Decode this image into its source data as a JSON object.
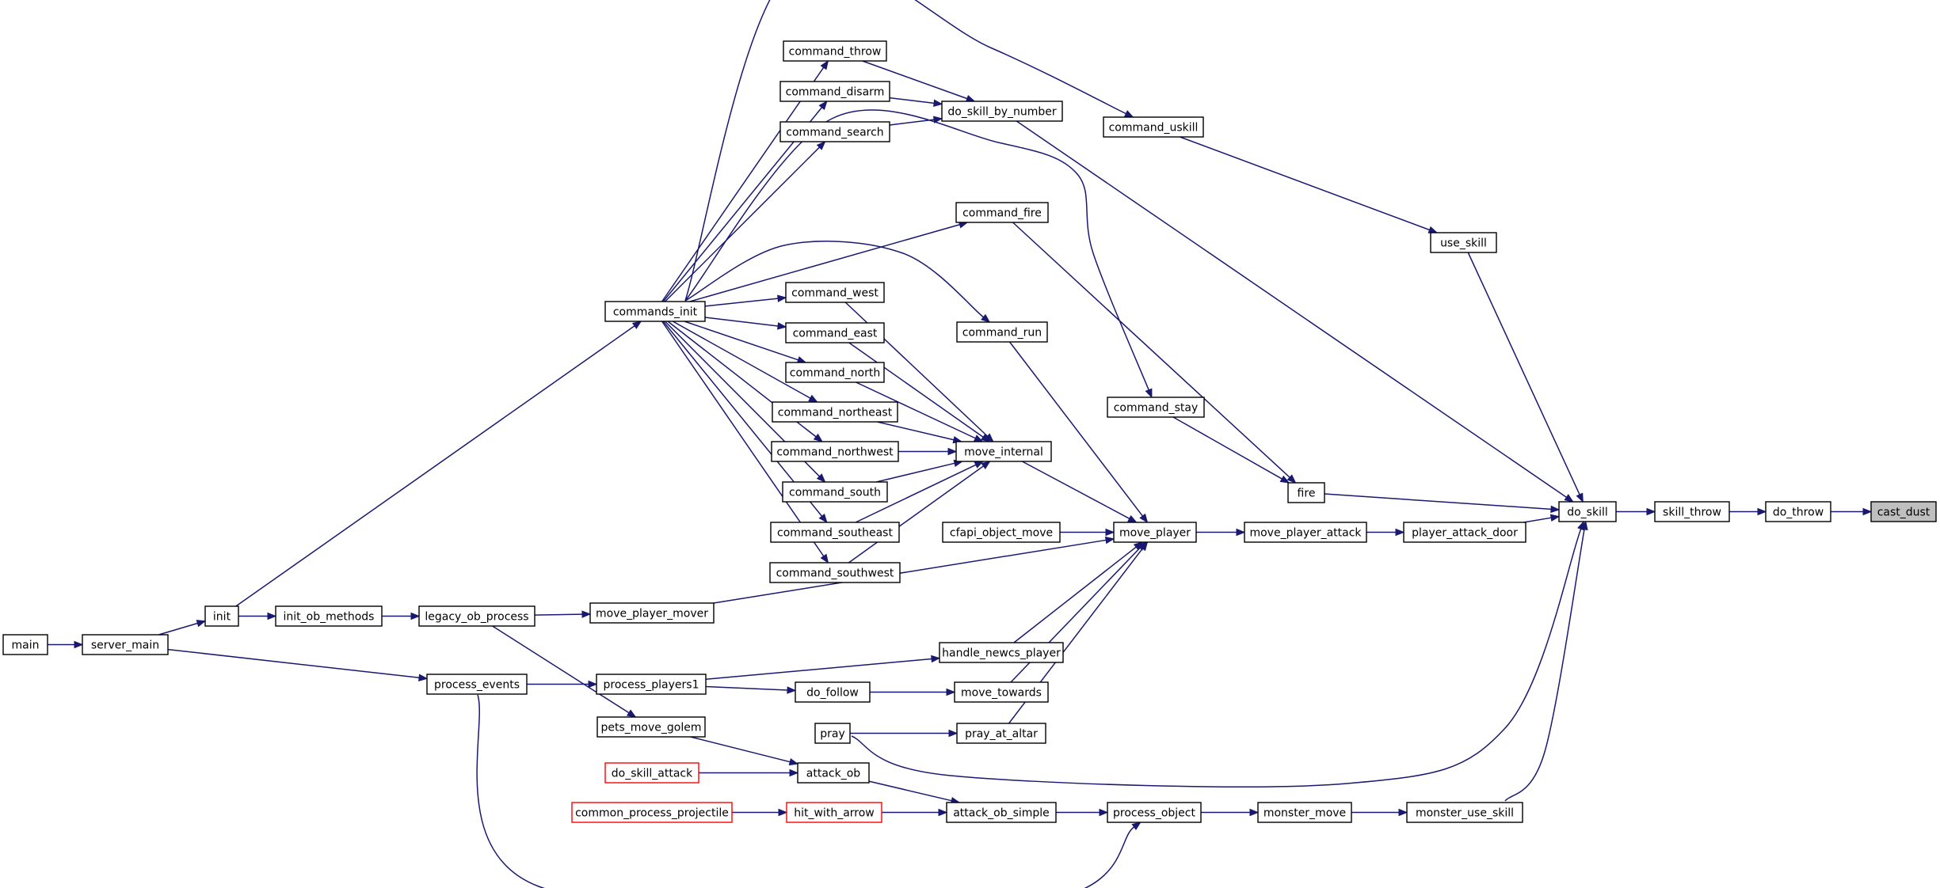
{
  "graph": {
    "nodes": [
      {
        "id": "cast_dust",
        "label": "cast_dust",
        "style": "active"
      },
      {
        "id": "do_throw",
        "label": "do_throw"
      },
      {
        "id": "skill_throw",
        "label": "skill_throw"
      },
      {
        "id": "do_skill",
        "label": "do_skill"
      },
      {
        "id": "use_skill",
        "label": "use_skill"
      },
      {
        "id": "command_uskill",
        "label": "command_uskill"
      },
      {
        "id": "do_skill_by_number",
        "label": "do_skill_by_number"
      },
      {
        "id": "command_throw",
        "label": "command_throw"
      },
      {
        "id": "command_disarm",
        "label": "command_disarm"
      },
      {
        "id": "command_search",
        "label": "command_search"
      },
      {
        "id": "commands_init",
        "label": "commands_init"
      },
      {
        "id": "init",
        "label": "init"
      },
      {
        "id": "server_main",
        "label": "server_main"
      },
      {
        "id": "main",
        "label": "main"
      },
      {
        "id": "fire",
        "label": "fire"
      },
      {
        "id": "command_fire",
        "label": "command_fire"
      },
      {
        "id": "command_stay",
        "label": "command_stay"
      },
      {
        "id": "player_attack_door",
        "label": "player_attack_door"
      },
      {
        "id": "move_player_attack",
        "label": "move_player_attack"
      },
      {
        "id": "move_player",
        "label": "move_player"
      },
      {
        "id": "move_internal",
        "label": "move_internal"
      },
      {
        "id": "command_run",
        "label": "command_run"
      },
      {
        "id": "command_west",
        "label": "command_west"
      },
      {
        "id": "command_east",
        "label": "command_east"
      },
      {
        "id": "command_north",
        "label": "command_north"
      },
      {
        "id": "command_northeast",
        "label": "command_northeast"
      },
      {
        "id": "command_northwest",
        "label": "command_northwest"
      },
      {
        "id": "command_south",
        "label": "command_south"
      },
      {
        "id": "command_southeast",
        "label": "command_southeast"
      },
      {
        "id": "command_southwest",
        "label": "command_southwest"
      },
      {
        "id": "cfapi_object_move",
        "label": "cfapi_object_move"
      },
      {
        "id": "move_player_mover",
        "label": "move_player_mover"
      },
      {
        "id": "legacy_ob_process",
        "label": "legacy_ob_process"
      },
      {
        "id": "init_ob_methods",
        "label": "init_ob_methods"
      },
      {
        "id": "handle_newcs_player",
        "label": "handle_newcs_player"
      },
      {
        "id": "process_players1",
        "label": "process_players1"
      },
      {
        "id": "process_events",
        "label": "process_events"
      },
      {
        "id": "move_towards",
        "label": "move_towards"
      },
      {
        "id": "do_follow",
        "label": "do_follow"
      },
      {
        "id": "pets_move_golem",
        "label": "pets_move_golem"
      },
      {
        "id": "pray_at_altar",
        "label": "pray_at_altar"
      },
      {
        "id": "pray",
        "label": "pray"
      },
      {
        "id": "monster_use_skill",
        "label": "monster_use_skill"
      },
      {
        "id": "monster_move",
        "label": "monster_move"
      },
      {
        "id": "process_object",
        "label": "process_object"
      },
      {
        "id": "attack_ob_simple",
        "label": "attack_ob_simple"
      },
      {
        "id": "attack_ob",
        "label": "attack_ob"
      },
      {
        "id": "hit_with_arrow",
        "label": "hit_with_arrow",
        "style": "red"
      },
      {
        "id": "do_skill_attack",
        "label": "do_skill_attack",
        "style": "red"
      },
      {
        "id": "common_process_projectile",
        "label": "common_process_projectile",
        "style": "red"
      }
    ],
    "edges": [
      {
        "from": "do_throw",
        "to": "cast_dust"
      },
      {
        "from": "skill_throw",
        "to": "do_throw"
      },
      {
        "from": "do_skill",
        "to": "skill_throw"
      },
      {
        "from": "use_skill",
        "to": "do_skill"
      },
      {
        "from": "do_skill_by_number",
        "to": "do_skill"
      },
      {
        "from": "fire",
        "to": "do_skill"
      },
      {
        "from": "player_attack_door",
        "to": "do_skill"
      },
      {
        "from": "pray",
        "to": "do_skill"
      },
      {
        "from": "monster_use_skill",
        "to": "do_skill"
      },
      {
        "from": "command_uskill",
        "to": "use_skill"
      },
      {
        "from": "commands_init",
        "to": "command_uskill"
      },
      {
        "from": "command_throw",
        "to": "do_skill_by_number"
      },
      {
        "from": "command_disarm",
        "to": "do_skill_by_number"
      },
      {
        "from": "command_search",
        "to": "do_skill_by_number"
      },
      {
        "from": "commands_init",
        "to": "command_throw"
      },
      {
        "from": "commands_init",
        "to": "command_disarm"
      },
      {
        "from": "commands_init",
        "to": "command_search"
      },
      {
        "from": "init",
        "to": "commands_init"
      },
      {
        "from": "server_main",
        "to": "init"
      },
      {
        "from": "main",
        "to": "server_main"
      },
      {
        "from": "command_fire",
        "to": "fire"
      },
      {
        "from": "command_stay",
        "to": "fire"
      },
      {
        "from": "commands_init",
        "to": "command_fire"
      },
      {
        "from": "commands_init",
        "to": "command_stay"
      },
      {
        "from": "move_player_attack",
        "to": "player_attack_door"
      },
      {
        "from": "move_player",
        "to": "move_player_attack"
      },
      {
        "from": "move_internal",
        "to": "move_player"
      },
      {
        "from": "command_run",
        "to": "move_player"
      },
      {
        "from": "cfapi_object_move",
        "to": "move_player"
      },
      {
        "from": "move_player_mover",
        "to": "move_player"
      },
      {
        "from": "handle_newcs_player",
        "to": "move_player"
      },
      {
        "from": "move_towards",
        "to": "move_player"
      },
      {
        "from": "pray_at_altar",
        "to": "move_player"
      },
      {
        "from": "commands_init",
        "to": "command_run"
      },
      {
        "from": "command_west",
        "to": "move_internal"
      },
      {
        "from": "command_east",
        "to": "move_internal"
      },
      {
        "from": "command_north",
        "to": "move_internal"
      },
      {
        "from": "command_northeast",
        "to": "move_internal"
      },
      {
        "from": "command_northwest",
        "to": "move_internal"
      },
      {
        "from": "command_south",
        "to": "move_internal"
      },
      {
        "from": "command_southeast",
        "to": "move_internal"
      },
      {
        "from": "command_southwest",
        "to": "move_internal"
      },
      {
        "from": "commands_init",
        "to": "command_west"
      },
      {
        "from": "commands_init",
        "to": "command_east"
      },
      {
        "from": "commands_init",
        "to": "command_north"
      },
      {
        "from": "commands_init",
        "to": "command_northeast"
      },
      {
        "from": "commands_init",
        "to": "command_northwest"
      },
      {
        "from": "commands_init",
        "to": "command_south"
      },
      {
        "from": "commands_init",
        "to": "command_southeast"
      },
      {
        "from": "commands_init",
        "to": "command_southwest"
      },
      {
        "from": "legacy_ob_process",
        "to": "move_player_mover"
      },
      {
        "from": "init_ob_methods",
        "to": "legacy_ob_process"
      },
      {
        "from": "init",
        "to": "init_ob_methods"
      },
      {
        "from": "process_players1",
        "to": "handle_newcs_player"
      },
      {
        "from": "process_events",
        "to": "process_players1"
      },
      {
        "from": "server_main",
        "to": "process_events"
      },
      {
        "from": "do_follow",
        "to": "move_towards"
      },
      {
        "from": "process_players1",
        "to": "do_follow"
      },
      {
        "from": "legacy_ob_process",
        "to": "pets_move_golem"
      },
      {
        "from": "pray",
        "to": "pray_at_altar"
      },
      {
        "from": "monster_move",
        "to": "monster_use_skill"
      },
      {
        "from": "process_object",
        "to": "monster_move"
      },
      {
        "from": "attack_ob_simple",
        "to": "process_object"
      },
      {
        "from": "process_events",
        "to": "process_object"
      },
      {
        "from": "attack_ob",
        "to": "attack_ob_simple"
      },
      {
        "from": "hit_with_arrow",
        "to": "attack_ob_simple"
      },
      {
        "from": "pets_move_golem",
        "to": "attack_ob"
      },
      {
        "from": "do_skill_attack",
        "to": "attack_ob"
      },
      {
        "from": "common_process_projectile",
        "to": "hit_with_arrow"
      }
    ]
  },
  "colors": {
    "edge": "#191970",
    "node_border": "#000000",
    "node_border_red": "#ff0000",
    "active_fill": "#bfbfbf"
  }
}
